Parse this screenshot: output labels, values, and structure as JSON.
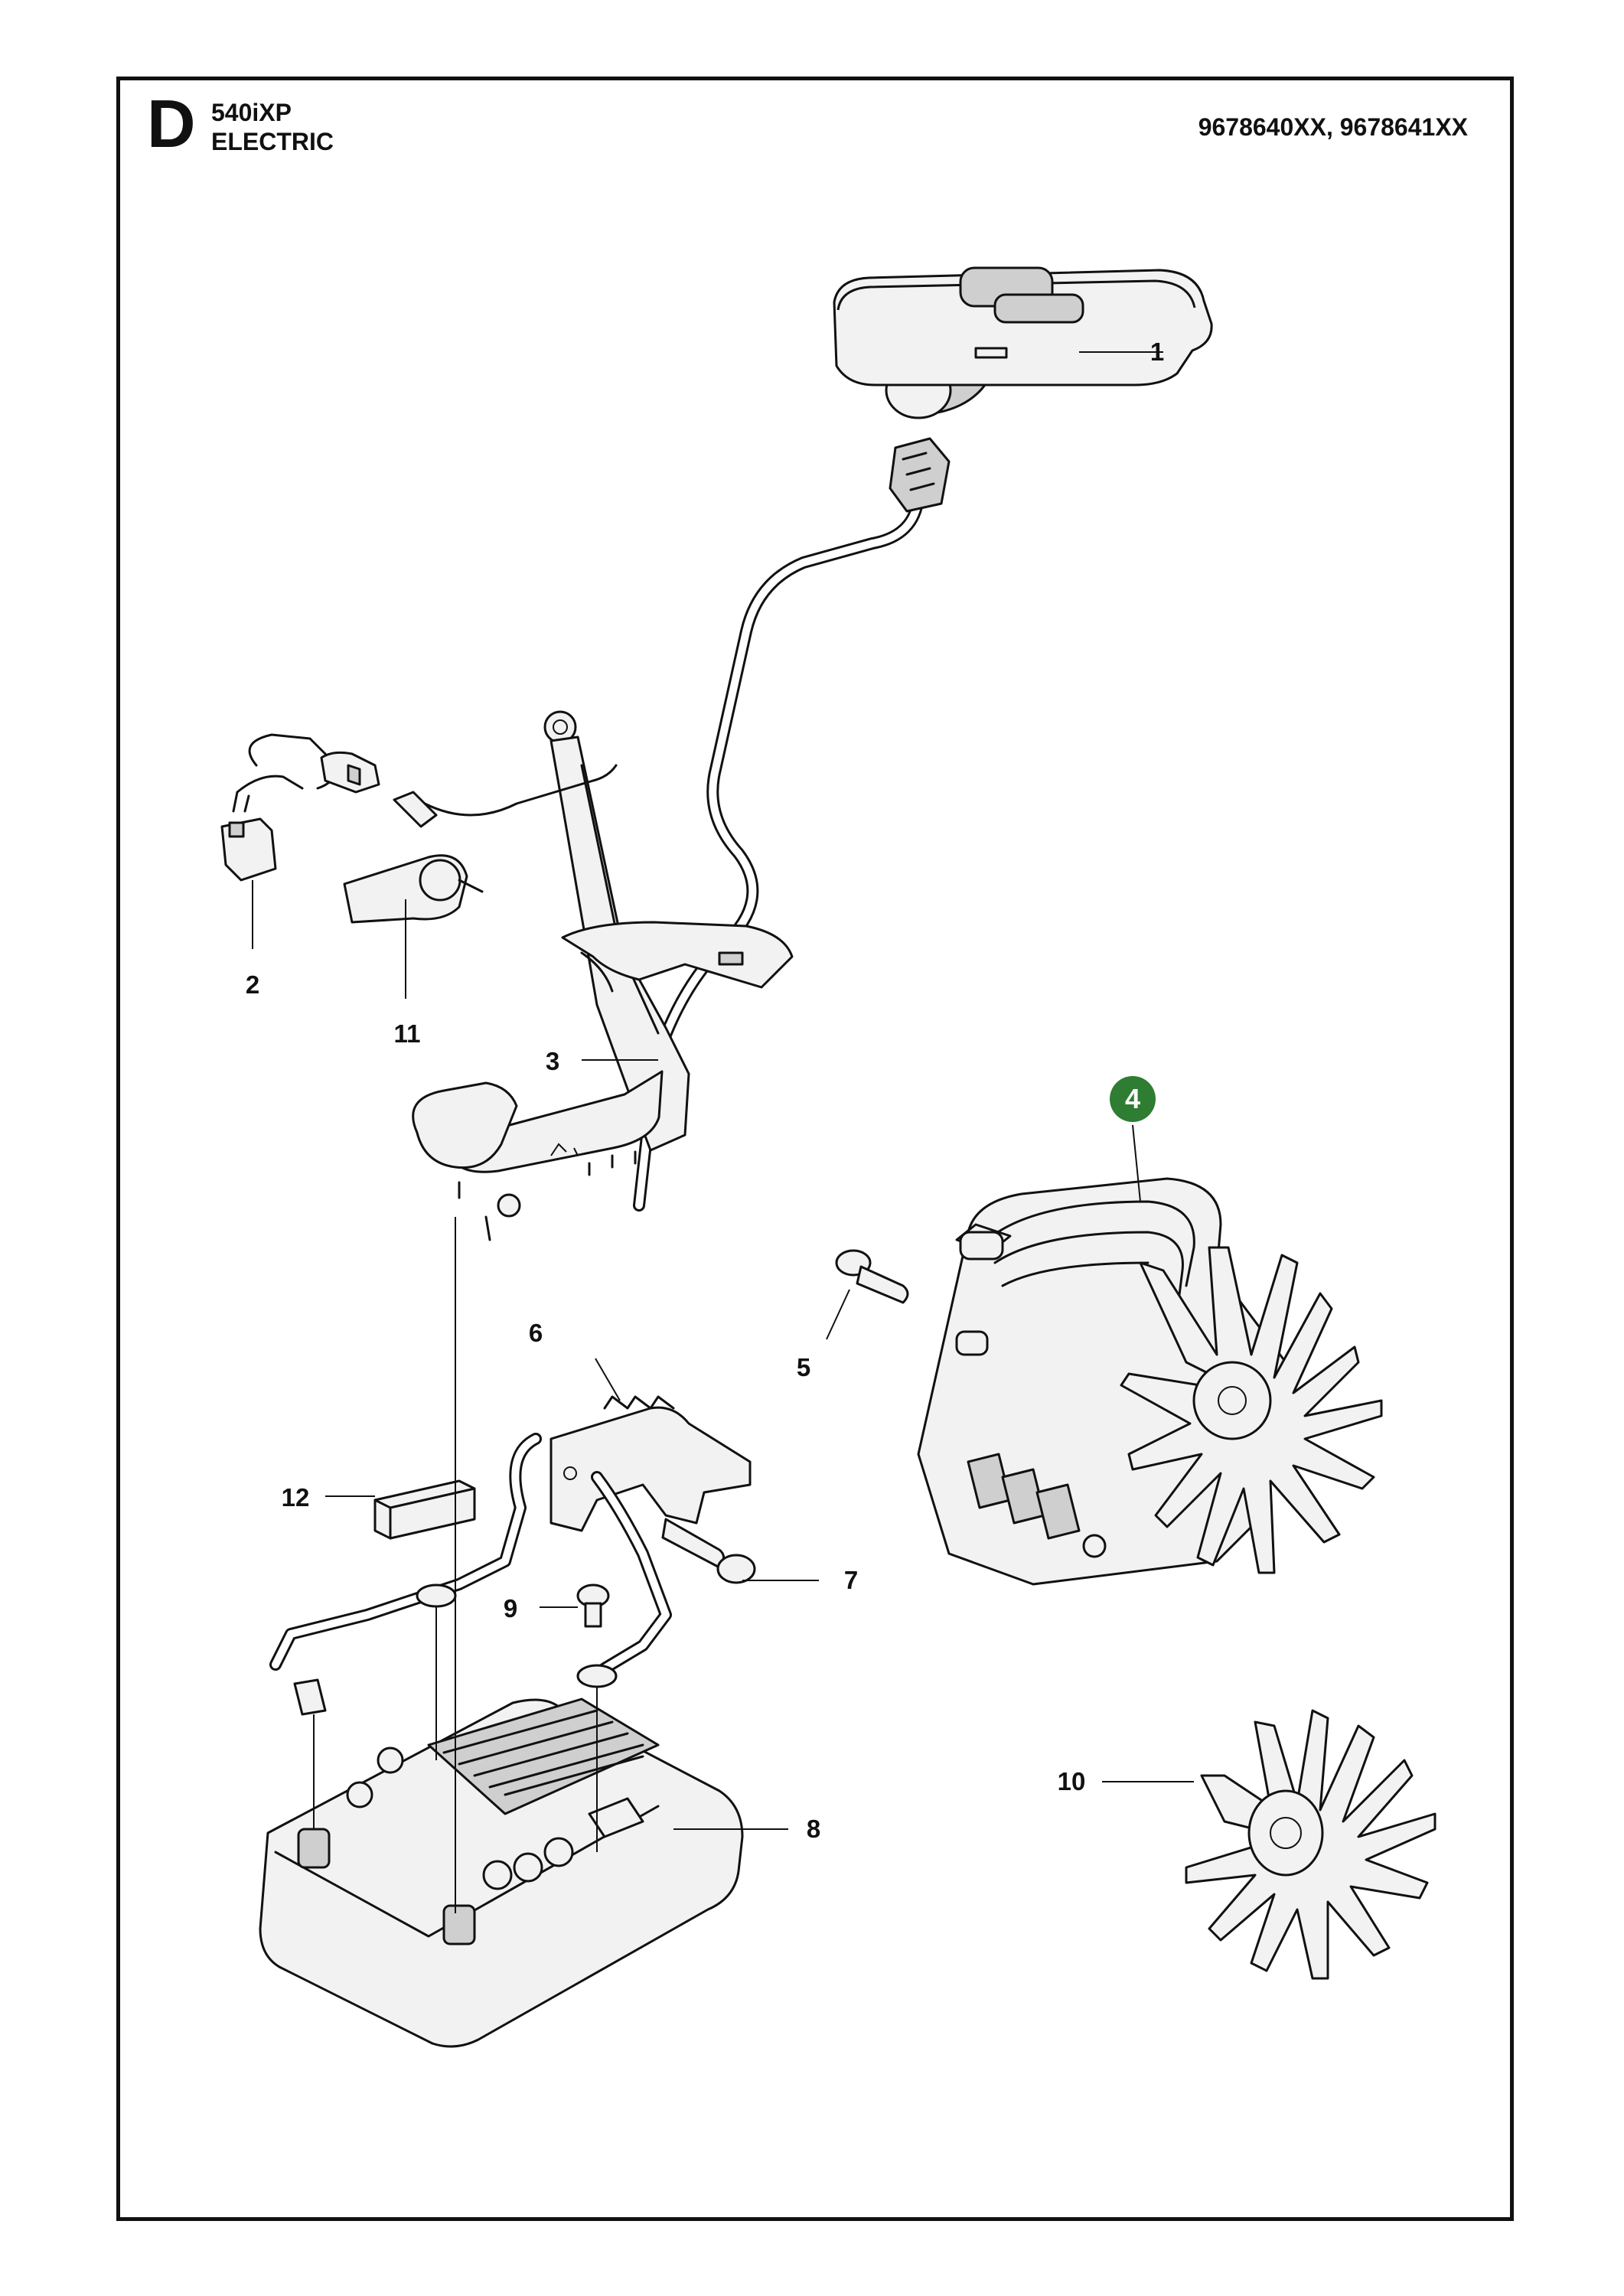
{
  "header": {
    "section_letter": "D",
    "model": "540iXP",
    "group": "ELECTRIC",
    "codes": "9678640XX, 9678641XX"
  },
  "callouts": [
    {
      "id": "1",
      "label": "1"
    },
    {
      "id": "2",
      "label": "2"
    },
    {
      "id": "3",
      "label": "3"
    },
    {
      "id": "4",
      "label": "4"
    },
    {
      "id": "5",
      "label": "5"
    },
    {
      "id": "6",
      "label": "6"
    },
    {
      "id": "7",
      "label": "7"
    },
    {
      "id": "8",
      "label": "8"
    },
    {
      "id": "9",
      "label": "9"
    },
    {
      "id": "10",
      "label": "10"
    },
    {
      "id": "11",
      "label": "11"
    },
    {
      "id": "12",
      "label": "12"
    }
  ],
  "colors": {
    "highlight": "#2e7d32",
    "line": "#111111"
  }
}
